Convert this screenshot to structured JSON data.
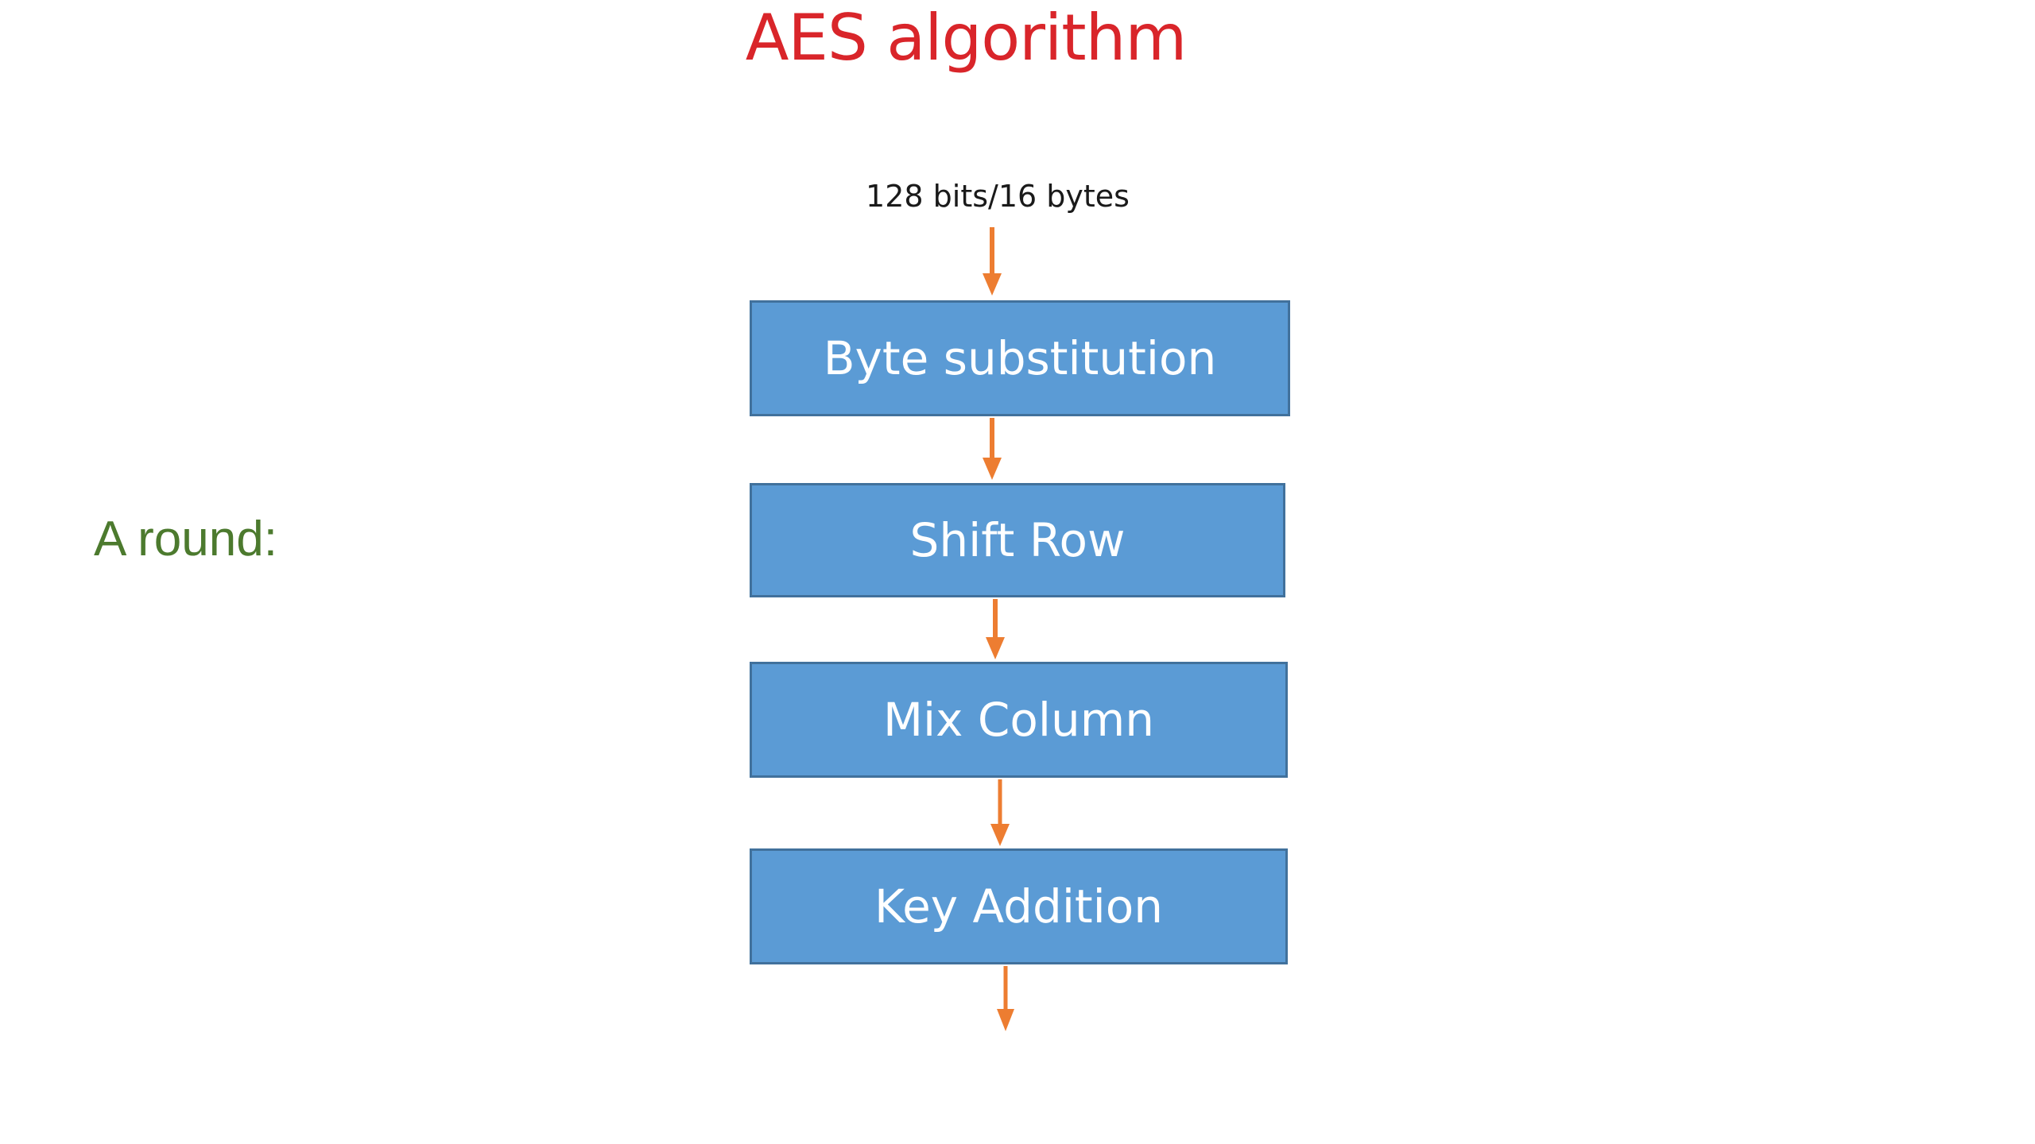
{
  "slide": {
    "title": "AES algorithm",
    "title_color": "#D9252A",
    "background_color": "#FFFFFF"
  },
  "input_label": {
    "text": "128 bits/16 bytes",
    "color": "#000000"
  },
  "side_annotation": {
    "text": "A round:",
    "color": "#4C7A2E"
  },
  "flow": {
    "box_fill_color": "#5B9BD5",
    "box_border_color": "#41719C",
    "box_text_color": "#FFFFFF",
    "arrow_color": "#ED7D31",
    "steps": [
      {
        "label": "Byte substitution"
      },
      {
        "label": "Shift Row"
      },
      {
        "label": "Mix Column"
      },
      {
        "label": "Key Addition"
      }
    ],
    "arrows": [
      {
        "name": "input-to-byte-substitution"
      },
      {
        "name": "byte-substitution-to-shift-row"
      },
      {
        "name": "shift-row-to-mix-column"
      },
      {
        "name": "mix-column-to-key-addition"
      },
      {
        "name": "key-addition-to-output"
      }
    ]
  }
}
